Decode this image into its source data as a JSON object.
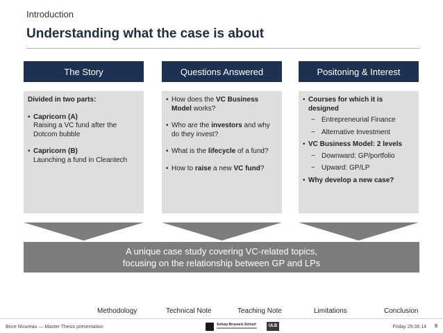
{
  "slide": {
    "section": "Introduction",
    "title": "Understanding what the case is about"
  },
  "columns": [
    {
      "header": "The Story",
      "intro": "Divided in two parts:",
      "items": [
        {
          "bullet": "•",
          "bold": "Capricorn (A)",
          "text": "Raising a VC fund after the Dotcom bubble"
        },
        {
          "bullet": "•",
          "bold": "Capricorn (B)",
          "text": "Launching a fund in Cleantech"
        }
      ]
    },
    {
      "header": "Questions Answered",
      "items": [
        {
          "bullet": "•",
          "pre": "How does the ",
          "bold": "VC Business Model",
          "post": " works?"
        },
        {
          "bullet": "•",
          "pre": "Who are the ",
          "bold": "investors",
          "post": " and why do they invest?"
        },
        {
          "bullet": "•",
          "pre": "What is the ",
          "bold": "lifecycle",
          "post": " of a fund?"
        },
        {
          "bullet": "•",
          "pre": "How to ",
          "bold": "raise",
          "mid": " a new ",
          "bold2": "VC fund",
          "post": "?"
        }
      ]
    },
    {
      "header": "Positoning & Interest",
      "groups": [
        {
          "bullet": "•",
          "bold": "Courses for which it is designed",
          "subs": [
            "Entrepreneurial Finance",
            "Alternative Investment"
          ]
        },
        {
          "bullet": "•",
          "bold": "VC Business Model: 2 levels",
          "subs": [
            "Downward: GP/portfolio",
            "Upward: GP/LP"
          ]
        },
        {
          "bullet": "•",
          "bold": "Why develop a new case?",
          "subs": []
        }
      ],
      "dash": "−"
    }
  ],
  "banner": {
    "line1": "A unique case study covering VC-related topics,",
    "line2": "focusing on the relationship between GP and LPs"
  },
  "nav": [
    "Methodology",
    "Technical Note",
    "Teaching Note",
    "Limitations",
    "Conclusion"
  ],
  "footer": {
    "author": "Brice Moureau — Master Thesis presentation",
    "date": "Friday 29.08.14",
    "page": "5",
    "logo_text": "Solvay Brussels School",
    "logo2_text": "ULB"
  },
  "colors": {
    "header_bg": "#1f3150",
    "body_bg": "#dedede",
    "banner_bg": "#7d7d7d",
    "chevron": "#7d7d7d"
  }
}
